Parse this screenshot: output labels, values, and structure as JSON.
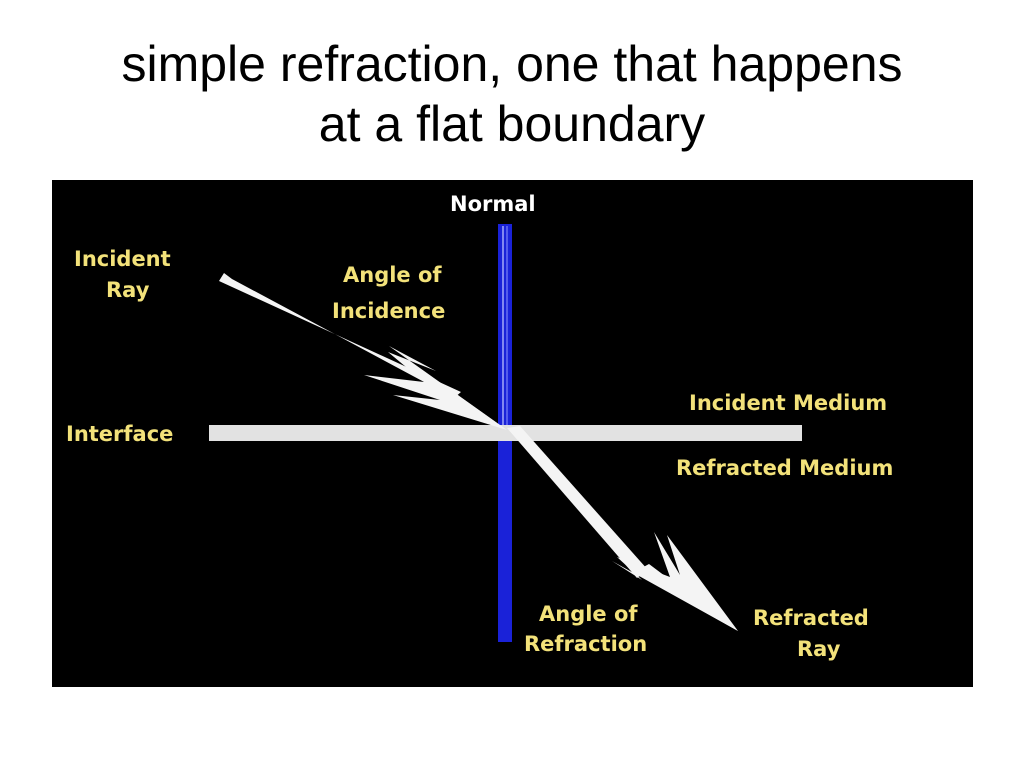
{
  "slide": {
    "title_line1": "simple refraction, one that happens",
    "title_line2": "at a flat boundary"
  },
  "diagram": {
    "background_color": "#000000",
    "normal_color": "#1a22d8",
    "ray_color": "#ffffff",
    "label_color": "#f3e27a",
    "labels": {
      "normal": "Normal",
      "incident_ray_line1": "Incident",
      "incident_ray_line2": "Ray",
      "angle_incidence_line1": "Angle of",
      "angle_incidence_line2": "Incidence",
      "interface": "Interface",
      "incident_medium": "Incident Medium",
      "refracted_medium": "Refracted Medium",
      "angle_refraction_line1": "Angle of",
      "angle_refraction_line2": "Refraction",
      "refracted_ray_line1": "Refracted",
      "refracted_ray_line2": "Ray"
    }
  }
}
